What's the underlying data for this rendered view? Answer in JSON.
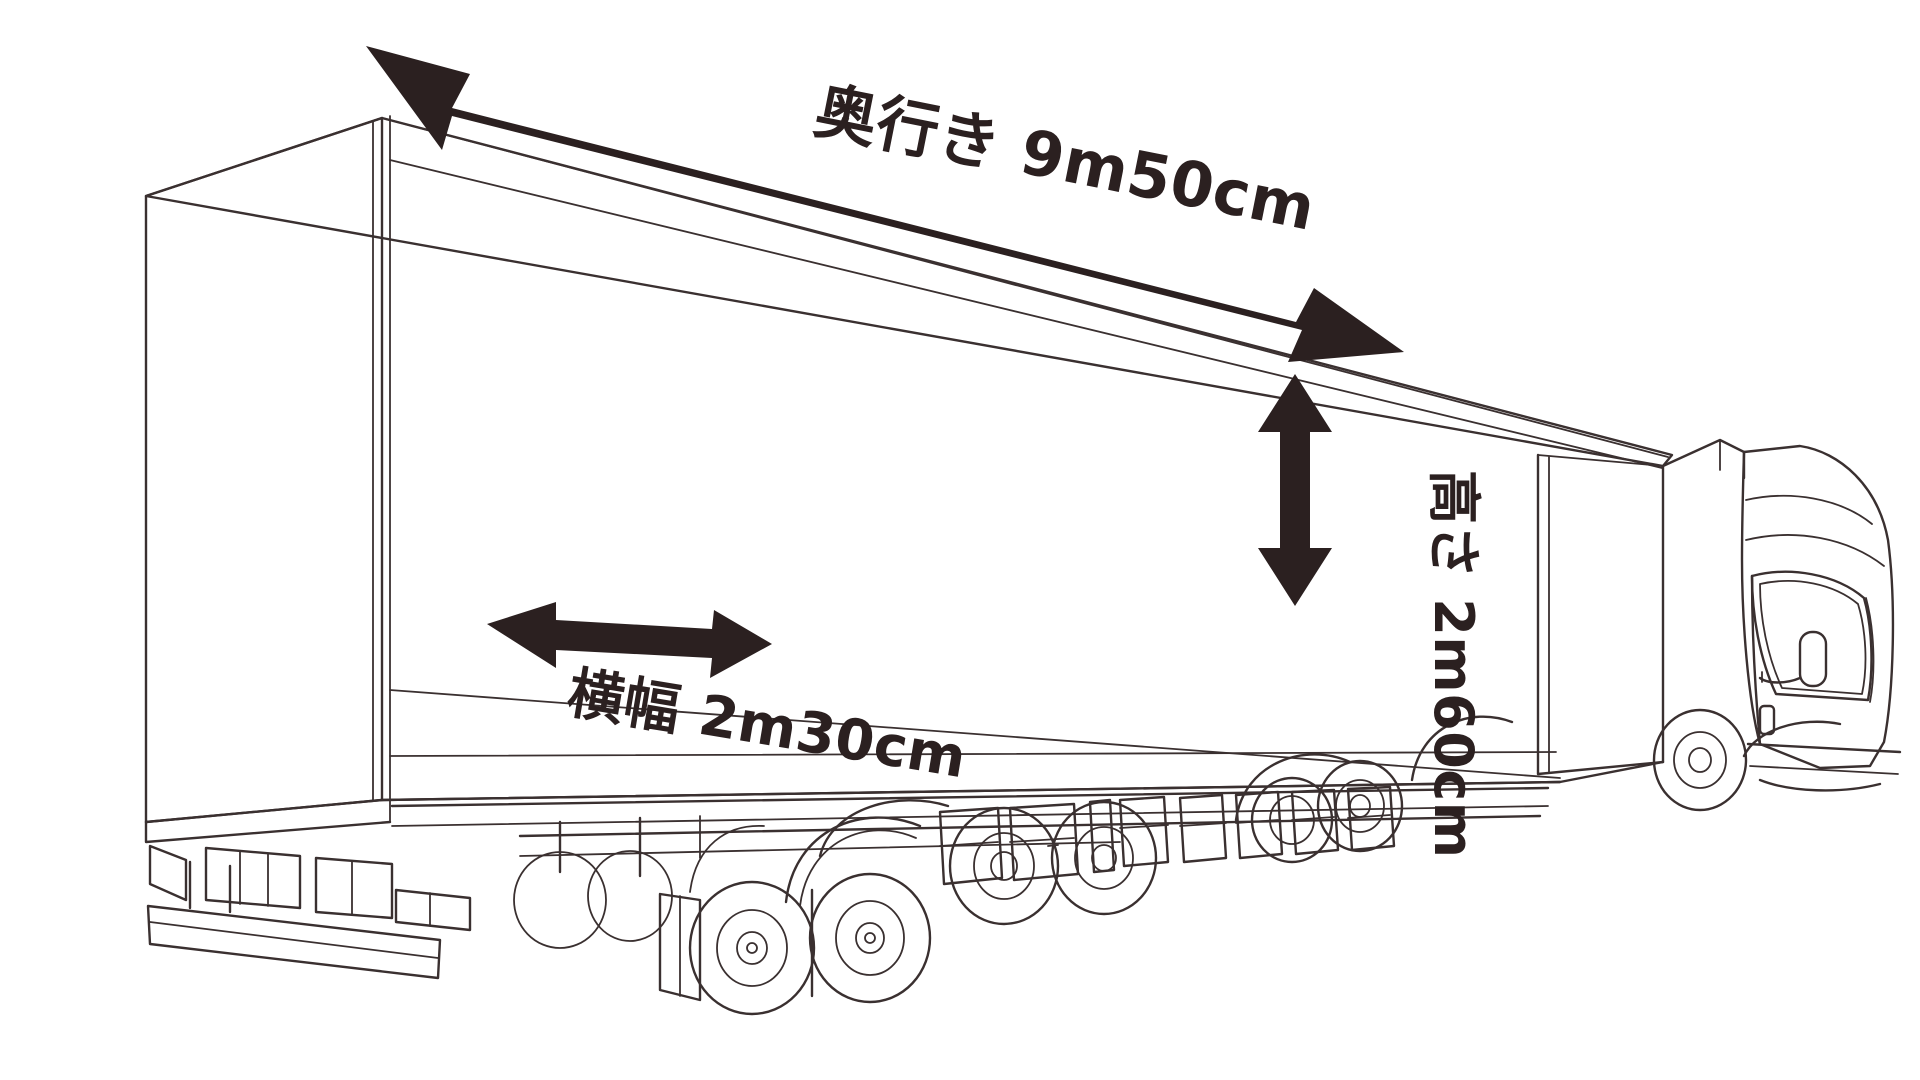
{
  "diagram": {
    "subject": "truck-cargo-bed-dimensions",
    "background_color": "#ffffff",
    "ink_color": "#3a3030",
    "label_color": "#2b2020"
  },
  "labels": {
    "depth": {
      "text": "奥行き 9m50cm",
      "term": "奥行き",
      "value": "9m50cm",
      "meters": 9.5,
      "axis": "depth",
      "arrow": "double-headed-diagonal"
    },
    "width": {
      "text": "横幅 2m30cm",
      "term": "横幅",
      "value": "2m30cm",
      "meters": 2.3,
      "axis": "width",
      "arrow": "double-headed-horizontal"
    },
    "height": {
      "text": "高さ 2m60cm",
      "term": "高さ",
      "value": "2m60cm",
      "meters": 2.6,
      "axis": "height",
      "arrow": "double-headed-vertical"
    }
  },
  "parts": {
    "cargo_box": "cargo-box-outline",
    "cab": "truck-cab",
    "mirror": "side-mirror",
    "window": "cab-window",
    "door_handle": "door-handle",
    "wheels": "wheel-set",
    "chassis": "chassis-frame",
    "rear_bumper": "rear-bumper"
  }
}
